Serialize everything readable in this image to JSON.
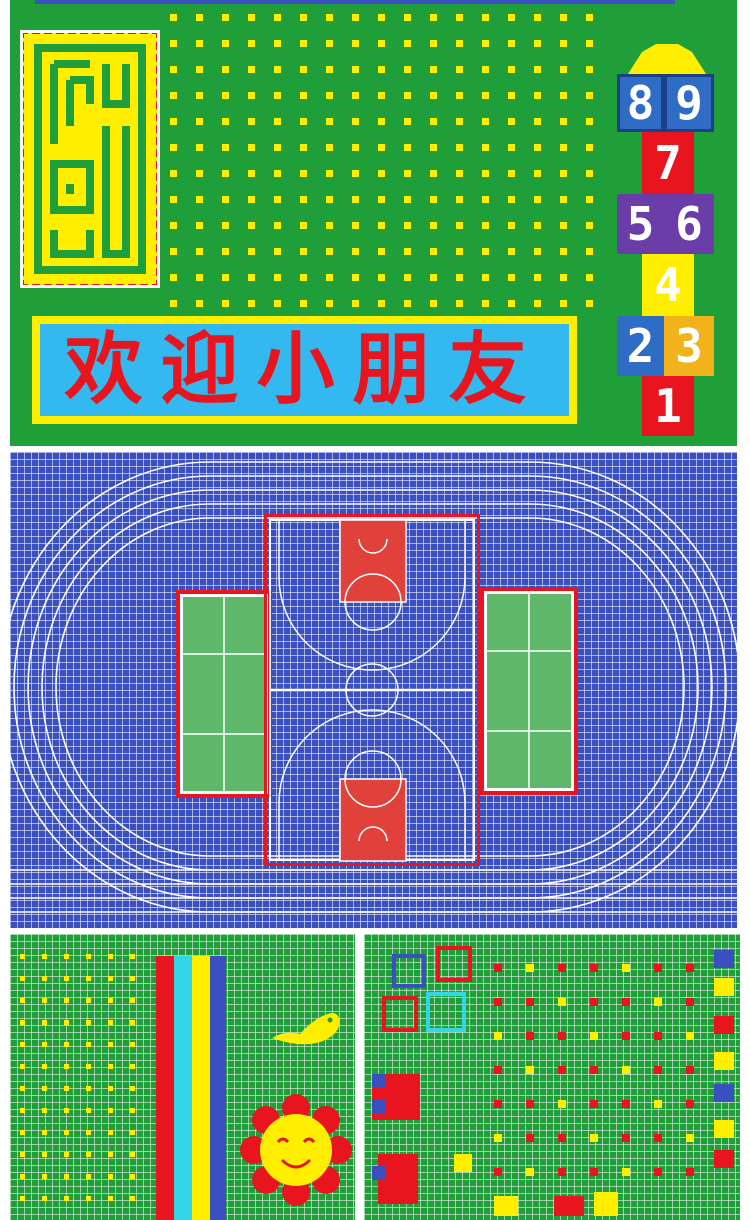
{
  "colors": {
    "green": "#1f9e3a",
    "yellow": "#ffee00",
    "red": "#e8141e",
    "blue": "#3a4fc0",
    "sky": "#33b8f0",
    "purple": "#6a3da8",
    "orange": "#f2b21b",
    "white": "#ffffff"
  },
  "banner": {
    "text": "欢迎小朋友"
  },
  "hopscotch": {
    "labels": [
      "8",
      "9",
      "7",
      "5",
      "6",
      "4",
      "2",
      "3",
      "1"
    ]
  }
}
